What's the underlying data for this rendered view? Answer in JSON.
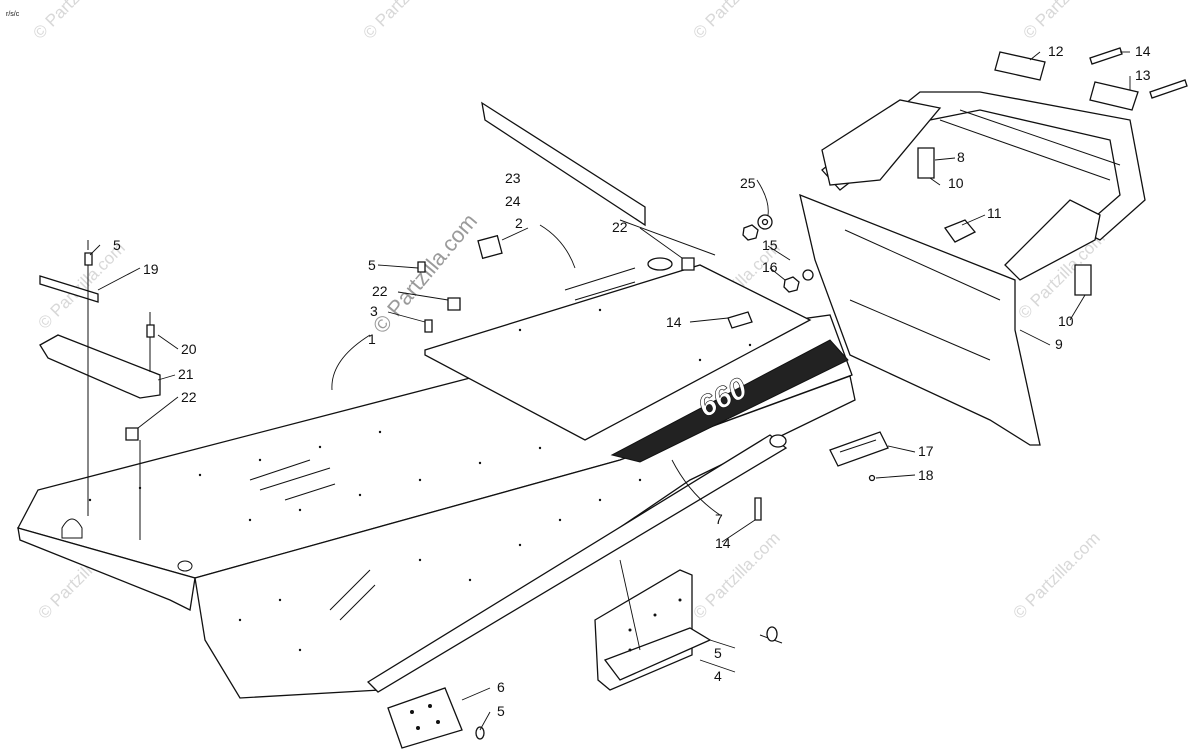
{
  "corner_mark": "r/s/c",
  "watermark": {
    "text": "© Partzilla.com"
  },
  "callouts": [
    {
      "id": "c1",
      "label": "1"
    },
    {
      "id": "c2",
      "label": "2"
    },
    {
      "id": "c3",
      "label": "3"
    },
    {
      "id": "c4",
      "label": "4"
    },
    {
      "id": "c5a",
      "label": "5"
    },
    {
      "id": "c5b",
      "label": "5"
    },
    {
      "id": "c5c",
      "label": "5"
    },
    {
      "id": "c5d",
      "label": "5"
    },
    {
      "id": "c6",
      "label": "6"
    },
    {
      "id": "c7",
      "label": "7"
    },
    {
      "id": "c8",
      "label": "8"
    },
    {
      "id": "c9",
      "label": "9"
    },
    {
      "id": "c10a",
      "label": "10"
    },
    {
      "id": "c10b",
      "label": "10"
    },
    {
      "id": "c11",
      "label": "11"
    },
    {
      "id": "c12",
      "label": "12"
    },
    {
      "id": "c13",
      "label": "13"
    },
    {
      "id": "c14a",
      "label": "14"
    },
    {
      "id": "c14b",
      "label": "14"
    },
    {
      "id": "c14c",
      "label": "14"
    },
    {
      "id": "c15",
      "label": "15"
    },
    {
      "id": "c16",
      "label": "16"
    },
    {
      "id": "c17",
      "label": "17"
    },
    {
      "id": "c18",
      "label": "18"
    },
    {
      "id": "c19",
      "label": "19"
    },
    {
      "id": "c20",
      "label": "20"
    },
    {
      "id": "c21",
      "label": "21"
    },
    {
      "id": "c22a",
      "label": "22"
    },
    {
      "id": "c22b",
      "label": "22"
    },
    {
      "id": "c22c",
      "label": "22"
    },
    {
      "id": "c23",
      "label": "23"
    },
    {
      "id": "c24",
      "label": "24"
    },
    {
      "id": "c25",
      "label": "25"
    }
  ],
  "decal_text": "660"
}
